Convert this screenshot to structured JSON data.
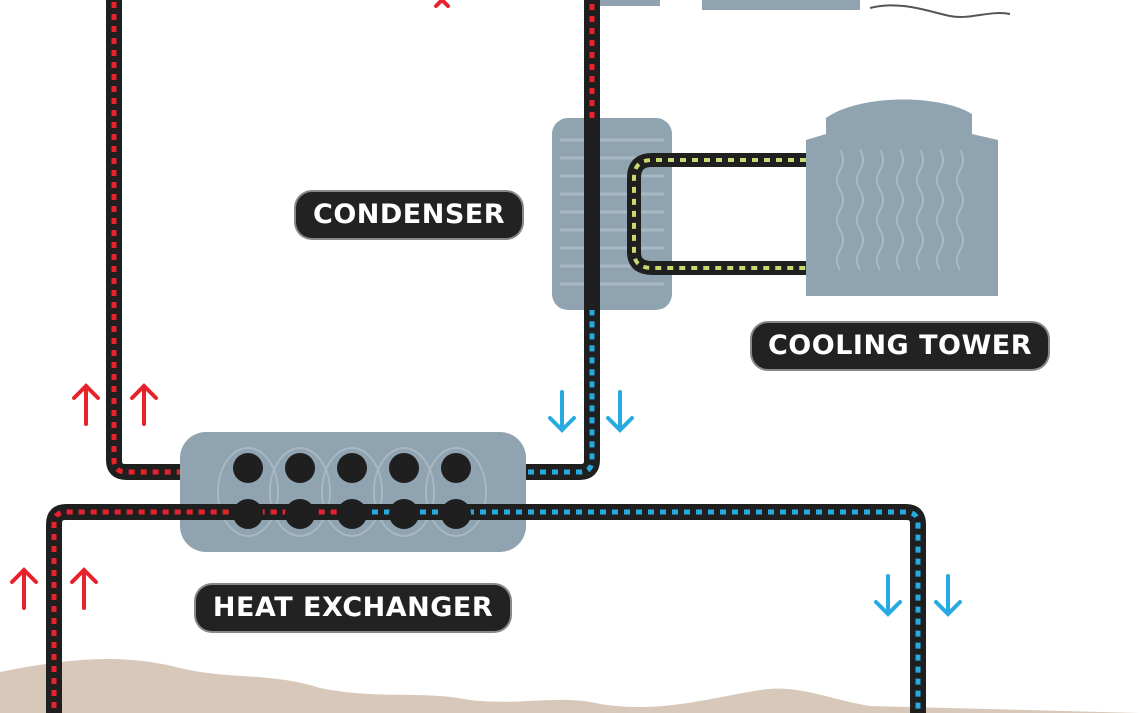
{
  "labels": {
    "condenser": "CONDENSER",
    "cooling_tower": "COOLING TOWER",
    "heat_exchanger": "HEAT EXCHANGER"
  },
  "colors": {
    "hot": "#e8222c",
    "cold": "#27aae1",
    "tower_loop": "#c8d96f",
    "pipe": "#1f1f1f",
    "equipment": "#8fa3b1",
    "ground": "#c9b5a3",
    "label_bg": "#222222"
  },
  "icons": {
    "up_arrow": "arrow-up-icon",
    "down_arrow": "arrow-down-icon"
  }
}
